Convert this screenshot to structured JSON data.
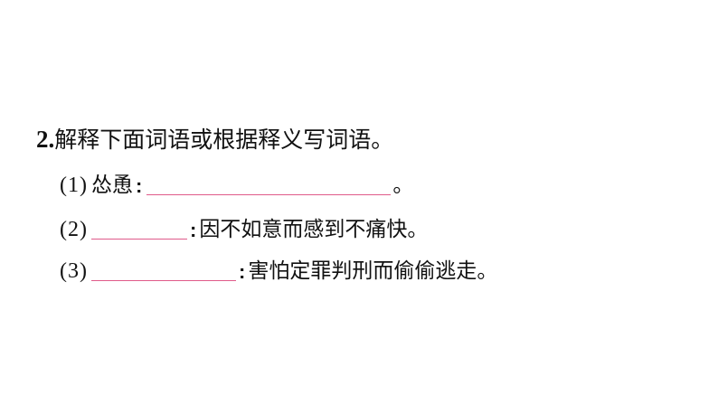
{
  "question": {
    "number": "2",
    "dot": ".",
    "prompt": "解释下面词语或根据释义写词语。"
  },
  "items": [
    {
      "number": "(1)",
      "term": "怂恿",
      "colon": ":",
      "definition": "",
      "end": "。"
    },
    {
      "number": "(2)",
      "colon": ":",
      "definition": "因不如意而感到不痛快。"
    },
    {
      "number": "(3)",
      "colon": ":",
      "definition": "害怕定罪判刑而偷偷逃走。"
    }
  ],
  "colors": {
    "text": "#111111",
    "blank_line": "#e05a8a",
    "background": "#ffffff"
  }
}
